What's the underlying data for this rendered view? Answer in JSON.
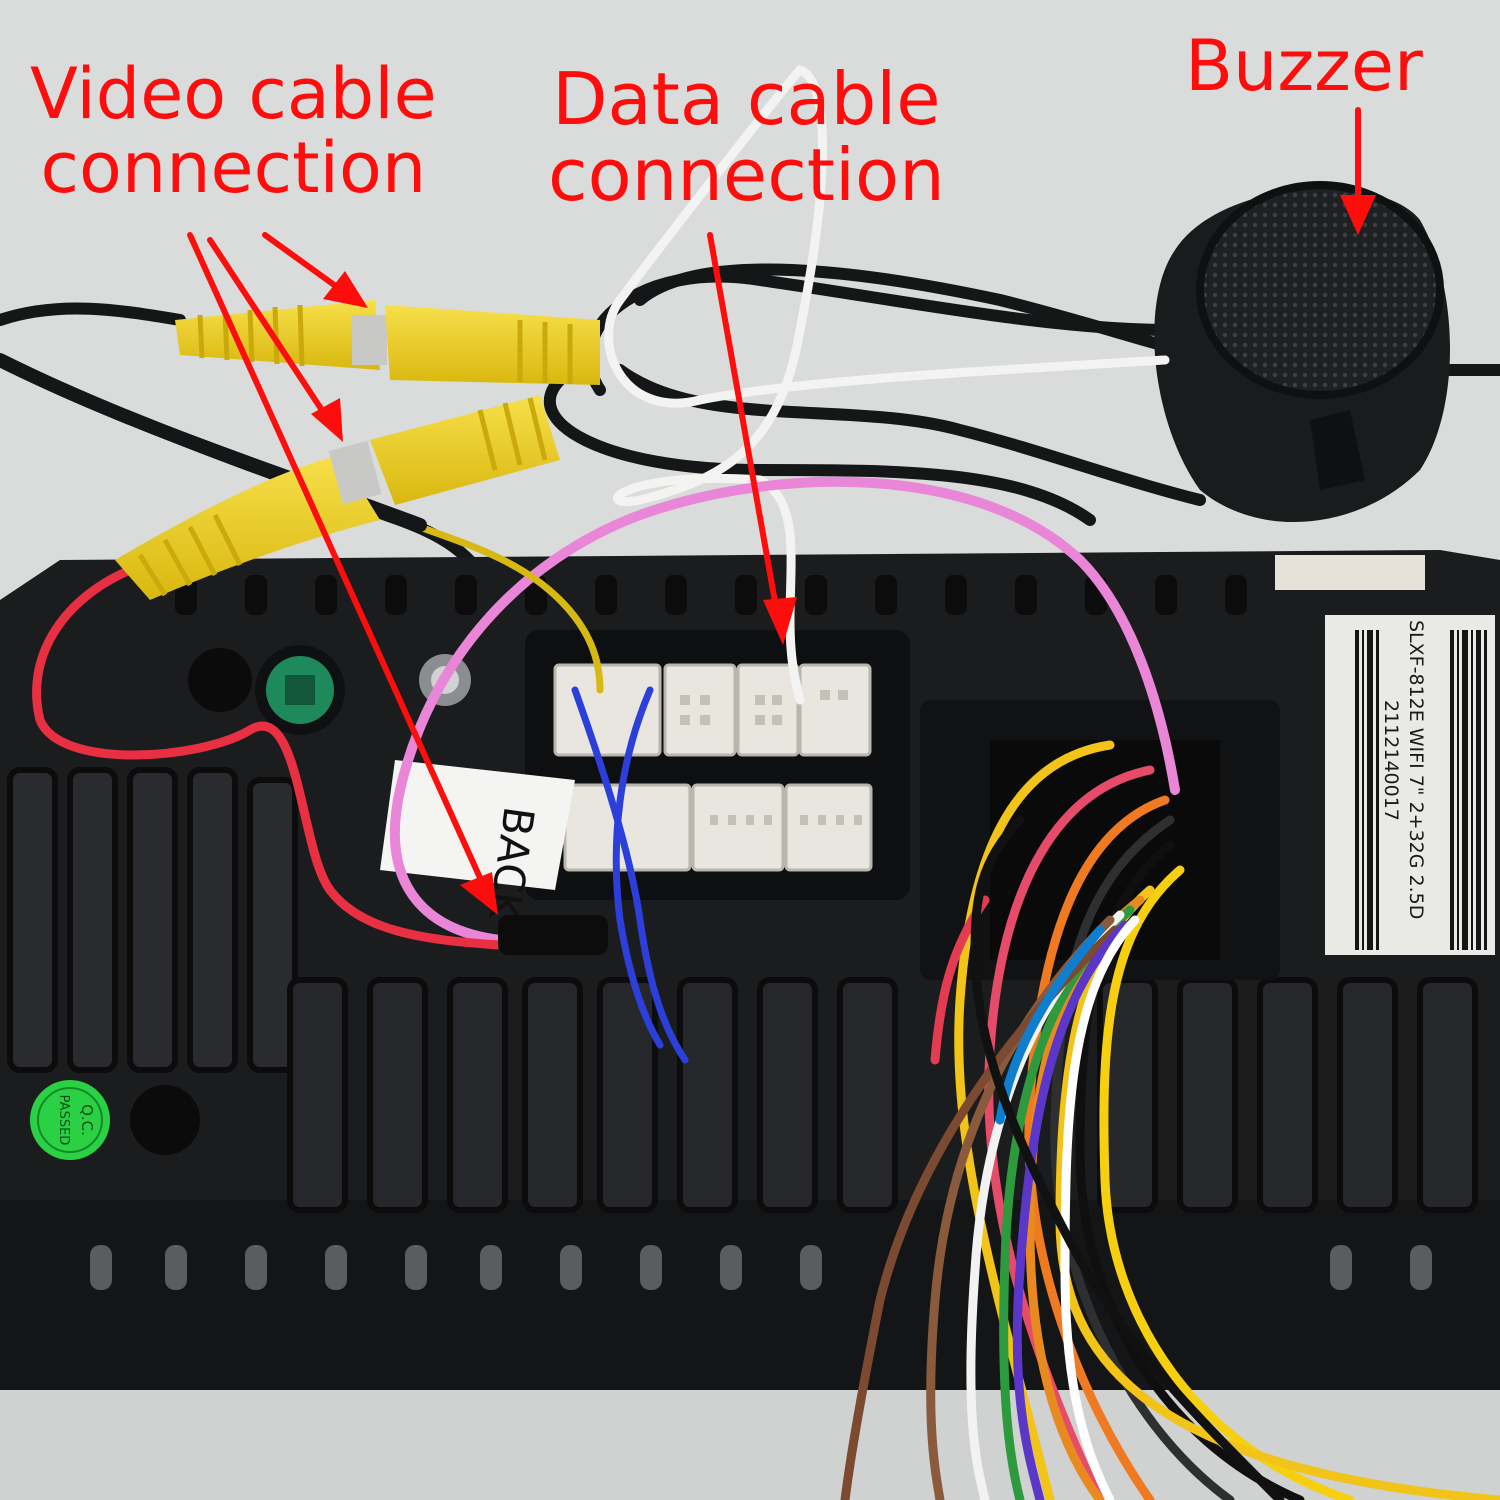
{
  "annotations": {
    "video_cable": {
      "line1": "Video cable",
      "line2": "connection"
    },
    "data_cable": {
      "line1": "Data cable",
      "line2": "connection"
    },
    "buzzer": "Buzzer"
  },
  "device": {
    "back_tag": "BACK",
    "qc_sticker": {
      "line1": "Q.C.",
      "line2": "PASSED"
    },
    "barcode_label": {
      "line1": "SLXF-812E WIFI 7\" 2+32G 2.5D",
      "line2": "2112140017"
    }
  },
  "colors": {
    "annotation": "#ff0d0d",
    "rca_plug": "#f2d21a",
    "background": "#d9dcda",
    "chassis": "#1b1c1e"
  }
}
